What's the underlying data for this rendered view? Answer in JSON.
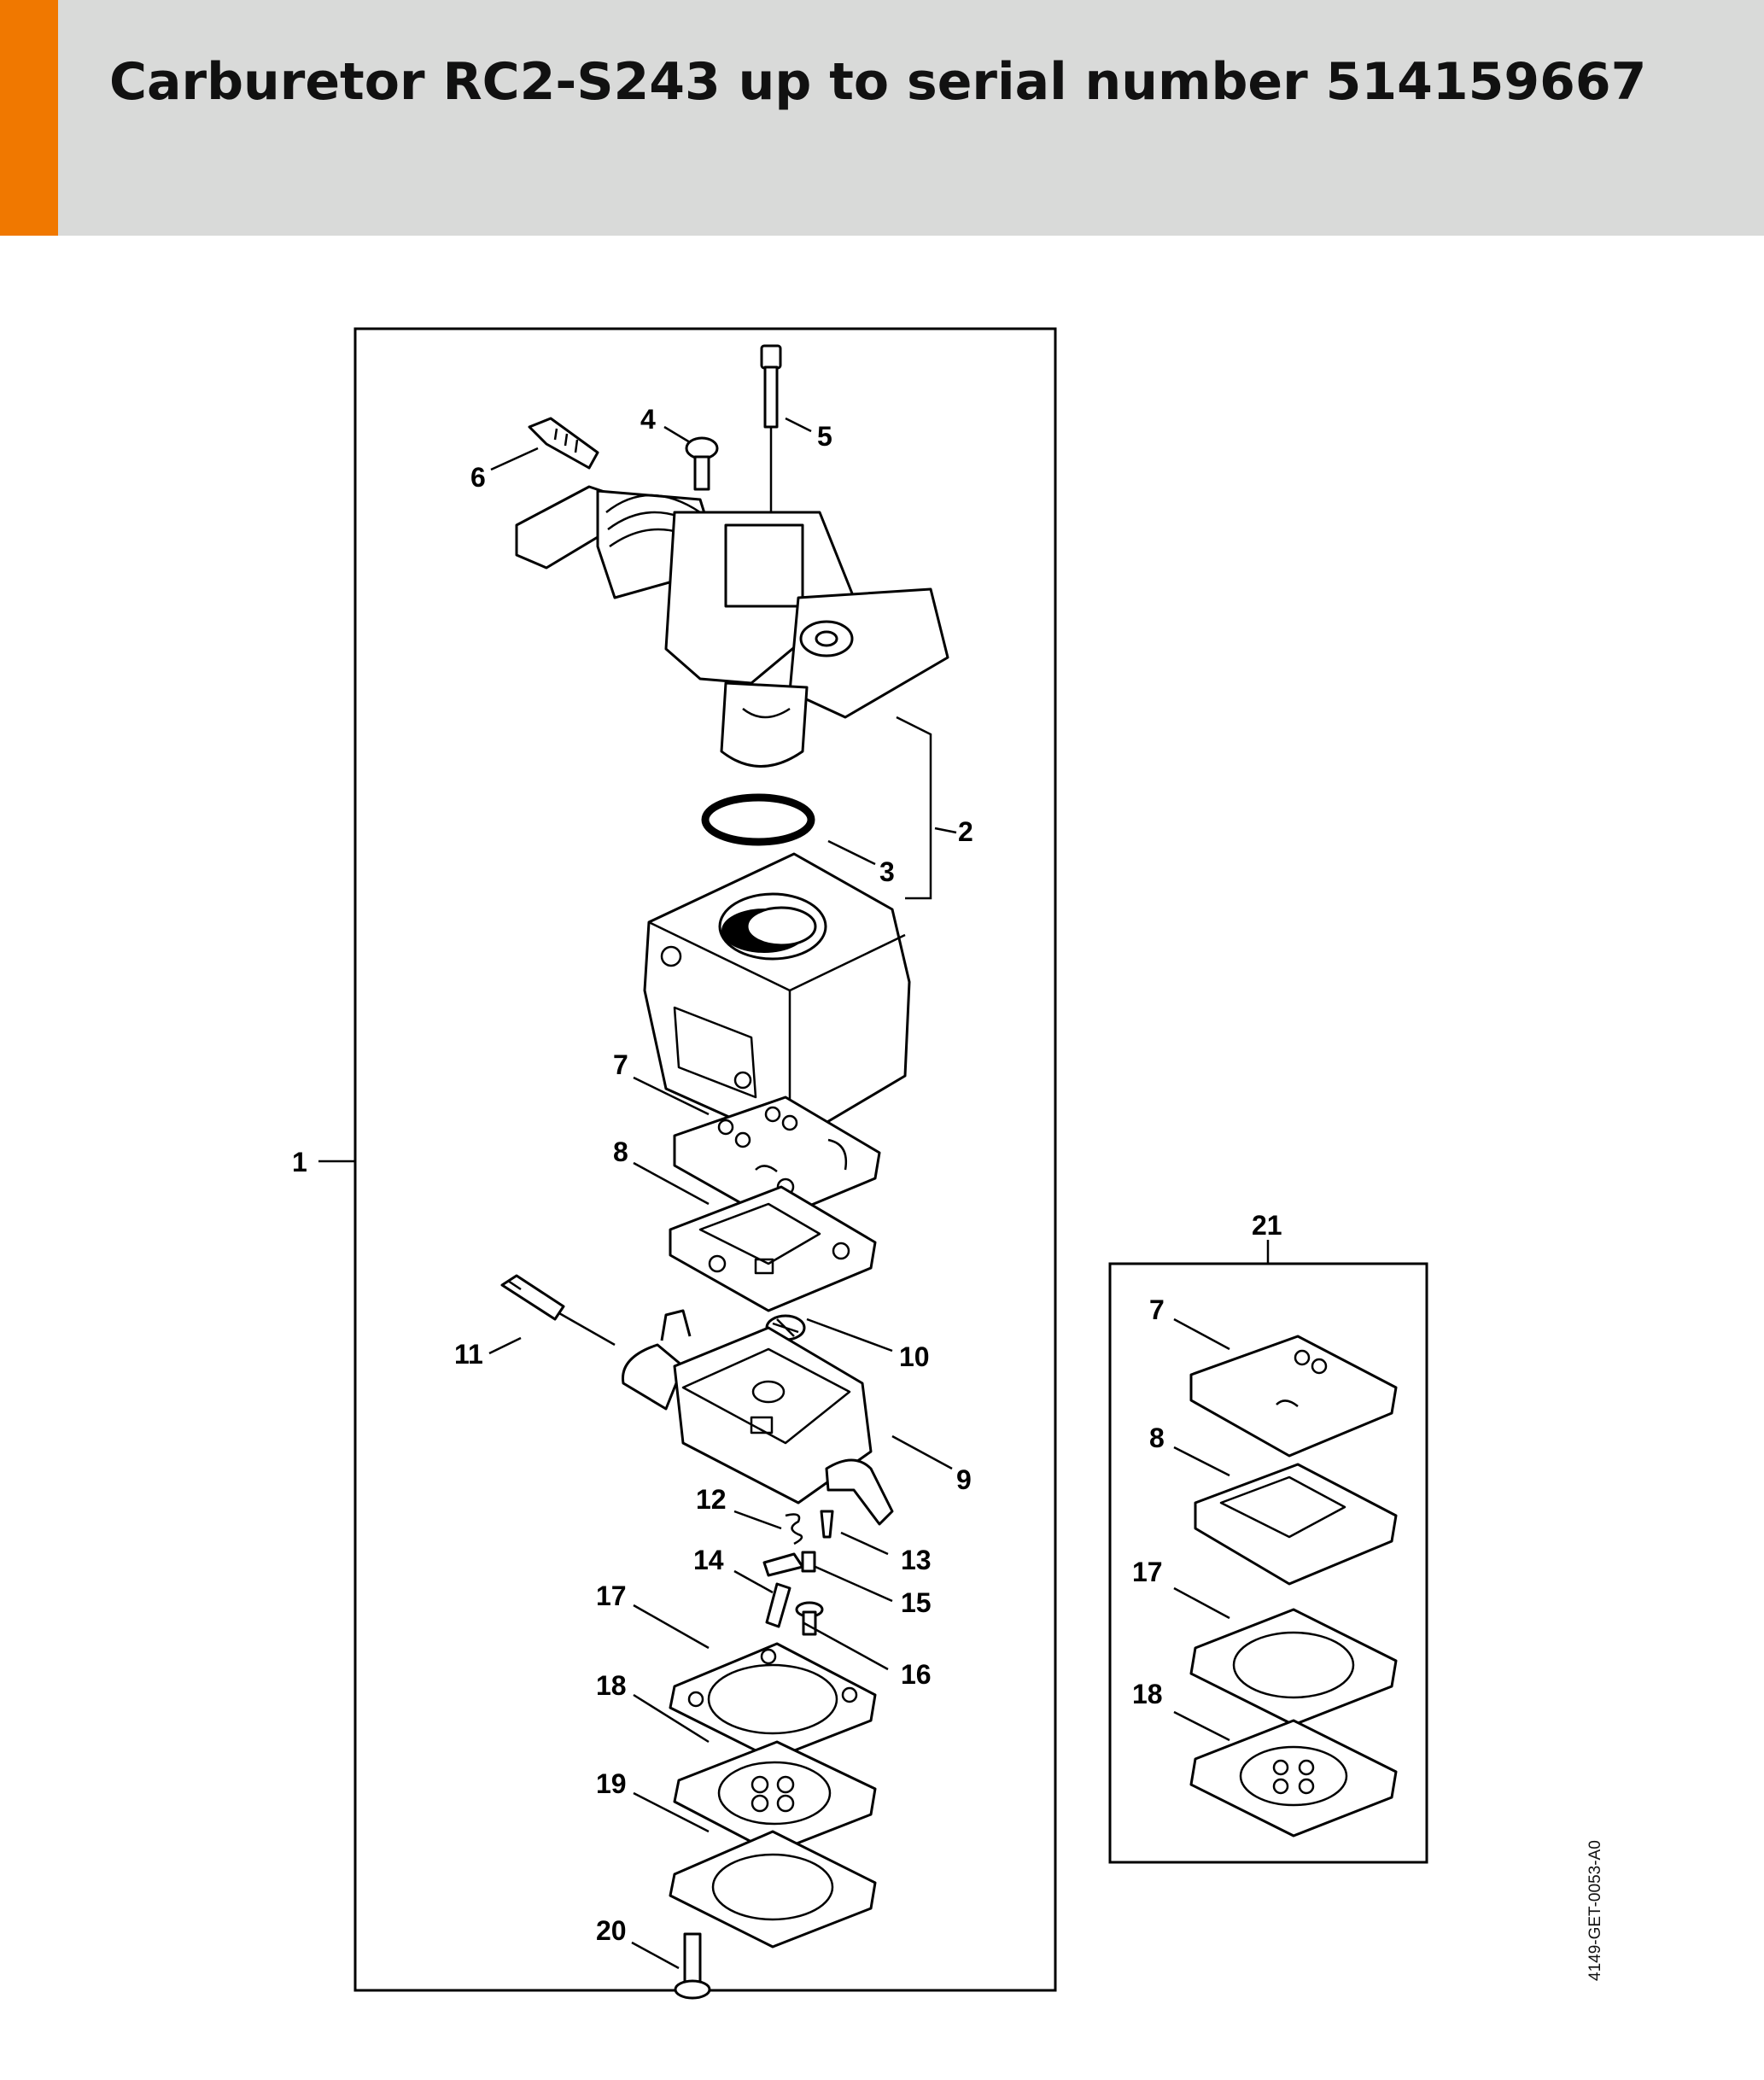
{
  "header": {
    "title": "Carburetor RC2-S243 up to serial number 514159667",
    "accent_color": "#f07800",
    "background_color": "#d9dad9"
  },
  "diagram": {
    "main_callouts": [
      "1",
      "2",
      "3",
      "4",
      "5",
      "6",
      "7",
      "8",
      "9",
      "10",
      "11",
      "12",
      "13",
      "14",
      "15",
      "16",
      "17",
      "18",
      "19",
      "20"
    ],
    "kit_callouts": [
      "21",
      "7",
      "8",
      "17",
      "18"
    ],
    "reference_code": "4149-GET-0053-A0"
  }
}
